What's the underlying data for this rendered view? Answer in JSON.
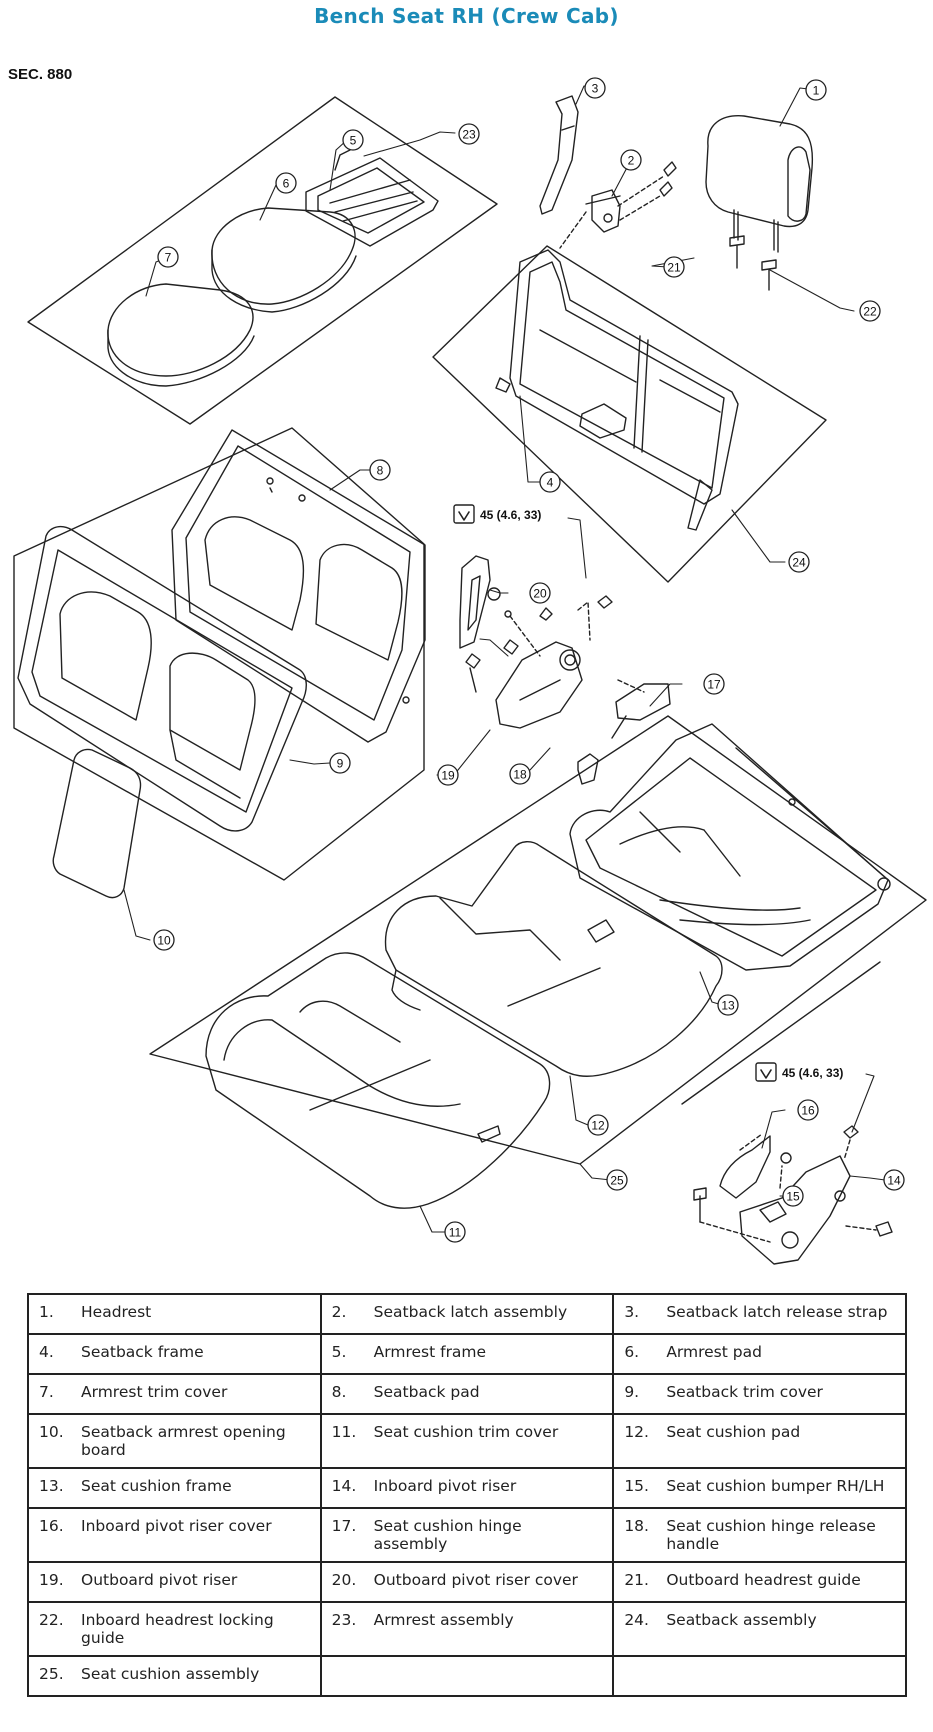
{
  "title": "Bench Seat RH (Crew Cab)",
  "section": "SEC. 880",
  "torque_spec": "45 (4.6, 33)",
  "callouts": [
    "1",
    "2",
    "3",
    "4",
    "5",
    "6",
    "7",
    "8",
    "9",
    "10",
    "11",
    "12",
    "13",
    "14",
    "15",
    "16",
    "17",
    "18",
    "19",
    "20",
    "21",
    "22",
    "23",
    "24",
    "25"
  ],
  "legend": [
    [
      {
        "num": "1.",
        "label": "Headrest"
      },
      {
        "num": "2.",
        "label": "Seatback latch assembly"
      },
      {
        "num": "3.",
        "label": "Seatback latch release strap"
      }
    ],
    [
      {
        "num": "4.",
        "label": "Seatback frame"
      },
      {
        "num": "5.",
        "label": "Armrest frame"
      },
      {
        "num": "6.",
        "label": "Armrest pad"
      }
    ],
    [
      {
        "num": "7.",
        "label": "Armrest trim cover"
      },
      {
        "num": "8.",
        "label": "Seatback pad"
      },
      {
        "num": "9.",
        "label": "Seatback trim cover"
      }
    ],
    [
      {
        "num": "10.",
        "label": "Seatback armrest opening board"
      },
      {
        "num": "11.",
        "label": "Seat cushion trim cover"
      },
      {
        "num": "12.",
        "label": "Seat cushion pad"
      }
    ],
    [
      {
        "num": "13.",
        "label": "Seat cushion frame"
      },
      {
        "num": "14.",
        "label": "Inboard pivot riser"
      },
      {
        "num": "15.",
        "label": "Seat cushion bumper RH/LH"
      }
    ],
    [
      {
        "num": "16.",
        "label": "Inboard pivot riser cover"
      },
      {
        "num": "17.",
        "label": "Seat cushion hinge assembly"
      },
      {
        "num": "18.",
        "label": "Seat cushion hinge release handle"
      }
    ],
    [
      {
        "num": "19.",
        "label": "Outboard pivot riser"
      },
      {
        "num": "20.",
        "label": "Outboard pivot riser cover"
      },
      {
        "num": "21.",
        "label": "Outboard headrest guide"
      }
    ],
    [
      {
        "num": "22.",
        "label": "Inboard headrest locking guide"
      },
      {
        "num": "23.",
        "label": "Armrest assembly"
      },
      {
        "num": "24.",
        "label": "Seatback assembly"
      }
    ],
    [
      {
        "num": "25.",
        "label": "Seat cushion assembly"
      },
      {
        "num": "",
        "label": ""
      },
      {
        "num": "",
        "label": ""
      }
    ]
  ]
}
